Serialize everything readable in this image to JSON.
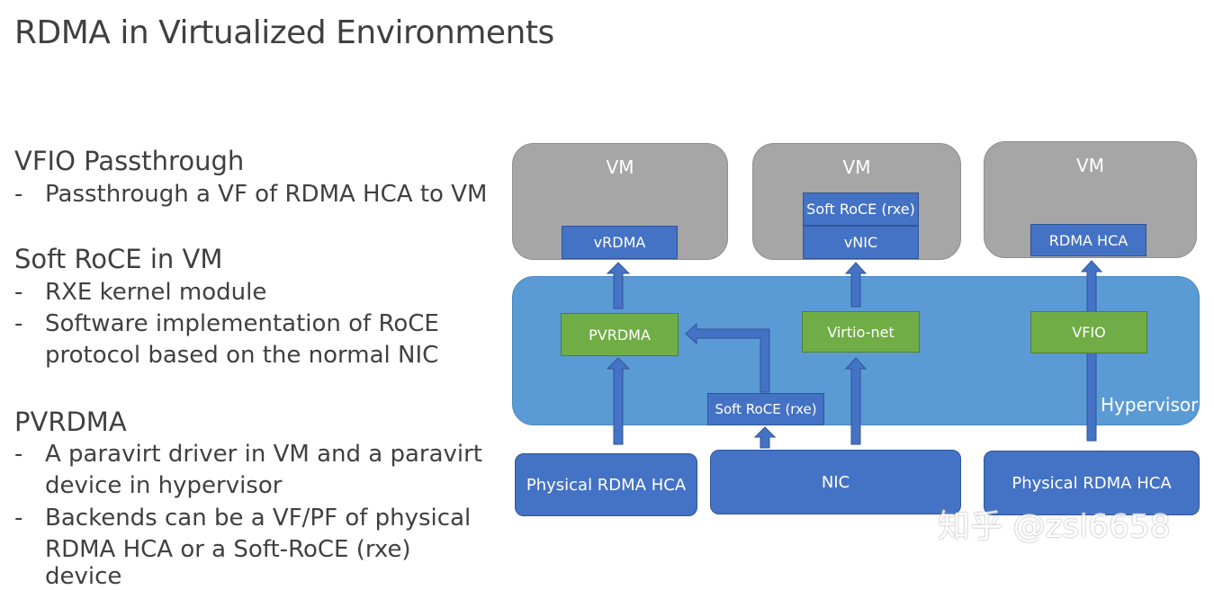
{
  "title": "RDMA in Virtualized Environments",
  "sections": [
    {
      "heading": "VFIO Passthrough",
      "bullets": [
        {
          "line1": "Passthrough a VF of RDMA HCA to VM"
        }
      ]
    },
    {
      "heading": "Soft RoCE in VM",
      "bullets": [
        {
          "line1": "RXE kernel module"
        },
        {
          "line1": "Software implementation of RoCE",
          "line2": "protocol based on the normal NIC"
        }
      ]
    },
    {
      "heading": "PVRDMA",
      "bullets": [
        {
          "line1": "A paravirt driver in VM and a paravirt",
          "line2": "device in hypervisor"
        },
        {
          "line1": "Backends can be a VF/PF of physical",
          "line2": "RDMA HCA or a Soft-RoCE (rxe) device"
        }
      ]
    }
  ],
  "bullet_dash": "-",
  "diagram": {
    "vms": [
      {
        "label": "VM"
      },
      {
        "label": "VM"
      },
      {
        "label": "VM"
      }
    ],
    "vm_devices": [
      "vRDMA",
      "vNIC",
      "RDMA HCA"
    ],
    "vm_softroce": "Soft RoCE (rxe)",
    "hypervisor_label": "Hypervisor",
    "hypervisor_components": [
      "PVRDMA",
      "Virtio-net",
      "VFIO"
    ],
    "hypervisor_softroce": "Soft RoCE (rxe)",
    "hardware": [
      "Physical RDMA HCA",
      "NIC",
      "Physical RDMA HCA"
    ],
    "colors": {
      "vm_gray": "#a6a6a6",
      "hypervisor_blue": "#5b9bd5",
      "device_blue": "#4472c4",
      "component_green": "#70ad47",
      "arrow_blue": "#4472c4"
    }
  },
  "watermark": "知乎 @zsl6658"
}
